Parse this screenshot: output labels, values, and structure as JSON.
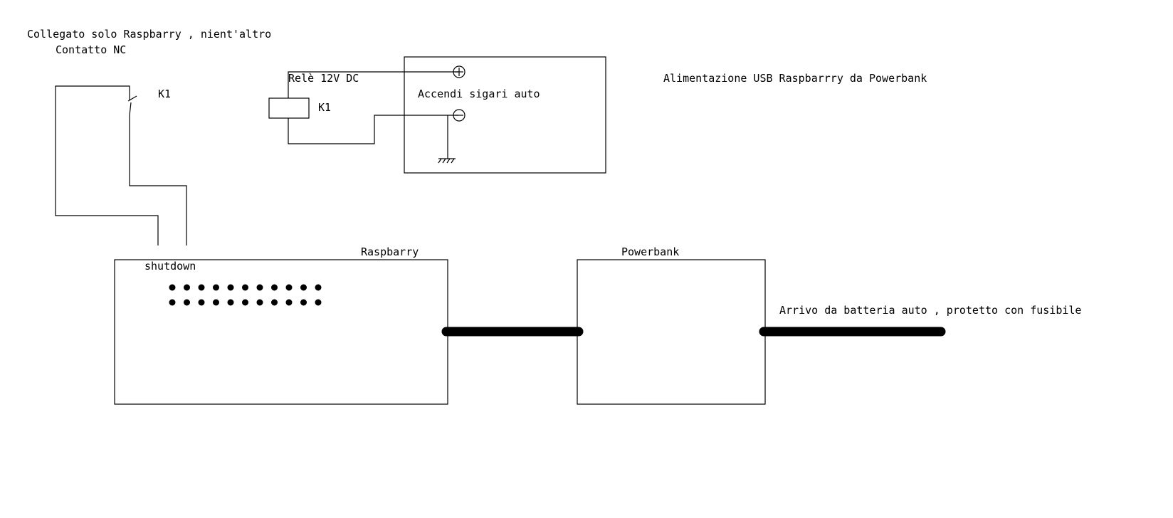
{
  "labels": {
    "note_line1": "Collegato solo Raspbarry , nient'altro",
    "note_line2": "Contatto NC",
    "switch_label": "K1",
    "relay_title": "Relè 12V DC",
    "relay_label": "K1",
    "socket_title": "Accendi sigari auto",
    "usb_note": "Alimentazione USB Raspbarrry da Powerbank",
    "raspberry_title": "Raspbarry",
    "shutdown_label": "shutdown",
    "powerbank_title": "Powerbank",
    "battery_note": "Arrivo da batteria auto , protetto con fusibile"
  },
  "symbols": {
    "plus_terminal": "plus-terminal-icon",
    "minus_terminal": "minus-terminal-icon",
    "ground": "ground-icon"
  },
  "colors": {
    "line": "#000000",
    "background": "#ffffff"
  }
}
